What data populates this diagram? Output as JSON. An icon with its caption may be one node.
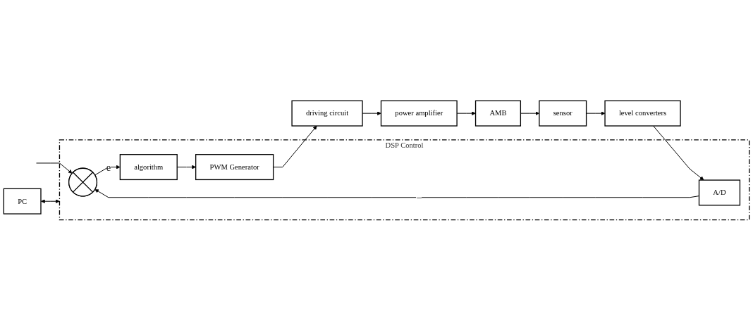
{
  "diagram": {
    "nodes": [
      {
        "text": [
          "DSP Control"
        ]
      },
      {
        "text": [
          "PC"
        ]
      },
      {
        "text": [],
        "shape": "circle",
        "in": 0
      },
      {
        "text": [
          "algorithm"
        ],
        "in": 0
      },
      {
        "text": [
          "PWM Generator"
        ],
        "in": 0
      },
      {
        "text": [
          "A/D"
        ],
        "in": 0
      },
      {
        "text": [
          "driving circuit"
        ]
      },
      {
        "text": [
          "power amplifier"
        ]
      },
      {
        "text": [
          "AMB"
        ]
      },
      {
        "text": [
          "sensor"
        ]
      },
      {
        "text": [
          "level converters"
        ]
      }
    ],
    "edges": [
      {
        "from": null,
        "to": 2,
        "arrow": "to"
      },
      {
        "from": 2,
        "to": 3,
        "arrow": "to",
        "label": "e"
      },
      {
        "from": 3,
        "to": 4,
        "arrow": "to"
      },
      {
        "from": 4,
        "to": 6,
        "arrow": "to"
      },
      {
        "from": 6,
        "to": 7,
        "arrow": "to"
      },
      {
        "from": 7,
        "to": 8,
        "arrow": "to"
      },
      {
        "from": 8,
        "to": 9,
        "arrow": "to"
      },
      {
        "from": 9,
        "to": 10,
        "arrow": "to"
      },
      {
        "from": 10,
        "to": 5,
        "arrow": "to"
      },
      {
        "from": 5,
        "to": 2,
        "arrow": "to",
        "label": "−"
      },
      {
        "from": 1,
        "to": 0,
        "arrow": "both"
      }
    ]
  }
}
